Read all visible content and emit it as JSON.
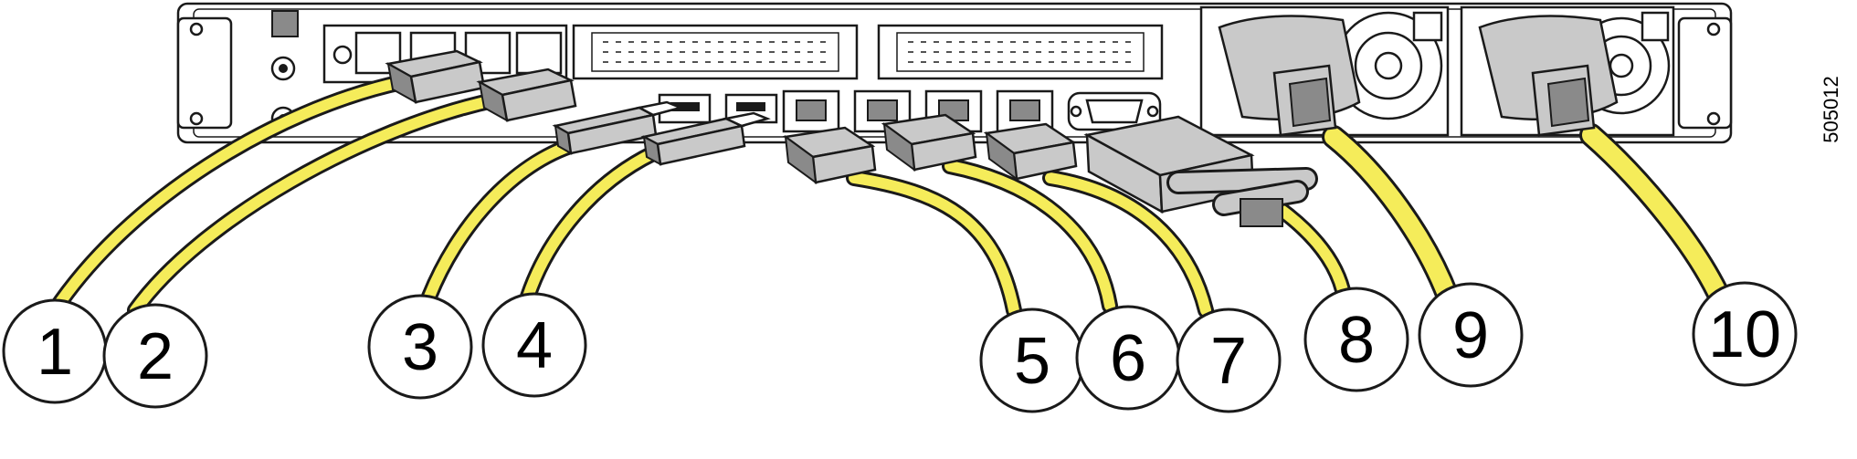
{
  "figure_id": "505012",
  "callouts": [
    {
      "label": "1"
    },
    {
      "label": "2"
    },
    {
      "label": "3"
    },
    {
      "label": "4"
    },
    {
      "label": "5"
    },
    {
      "label": "6"
    },
    {
      "label": "7"
    },
    {
      "label": "8"
    },
    {
      "label": "9"
    },
    {
      "label": "10"
    }
  ],
  "colors": {
    "cable": "#f5ec5a",
    "connector": "#c9c9c9",
    "outline": "#1a1a1a"
  }
}
